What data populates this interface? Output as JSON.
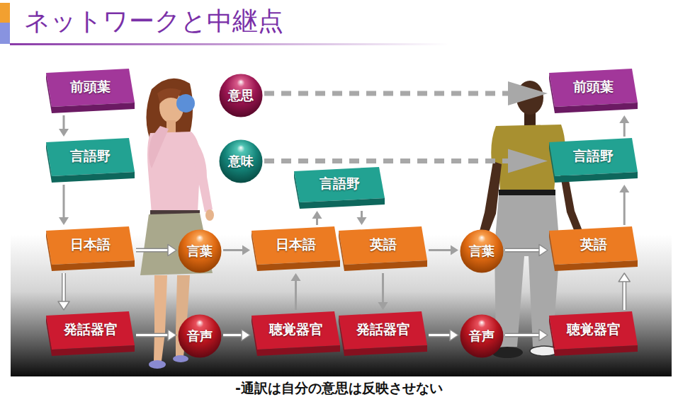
{
  "diagram": {
    "title": "ネットワークと中継点",
    "caption": "-通訳は自分の意思は反映させない",
    "nodes": [
      {
        "text": [
          "前頭葉"
        ]
      },
      {
        "text": [
          "言語野"
        ]
      },
      {
        "text": [
          "日本語"
        ]
      },
      {
        "text": [
          "発話器官"
        ]
      },
      {
        "text": [
          "意思"
        ]
      },
      {
        "text": [
          "意味"
        ]
      },
      {
        "text": [
          "言葉"
        ]
      },
      {
        "text": [
          "音声"
        ]
      },
      {
        "text": [
          "言語野"
        ]
      },
      {
        "text": [
          "日本語"
        ]
      },
      {
        "text": [
          "英語"
        ]
      },
      {
        "text": [
          "聴覚器官"
        ]
      },
      {
        "text": [
          "発話器官"
        ]
      },
      {
        "text": [
          "言葉"
        ]
      },
      {
        "text": [
          "音声"
        ]
      },
      {
        "text": [
          "前頭葉"
        ]
      },
      {
        "text": [
          "言語野"
        ]
      },
      {
        "text": [
          "英語"
        ]
      },
      {
        "text": [
          "聴覚器官"
        ]
      }
    ],
    "edges": [
      {
        "from": 0,
        "to": 1,
        "arrow": "to"
      },
      {
        "from": 1,
        "to": 2,
        "arrow": "to"
      },
      {
        "from": 2,
        "to": 3,
        "arrow": "to"
      },
      {
        "from": 2,
        "to": 6,
        "arrow": "to"
      },
      {
        "from": 3,
        "to": 7,
        "arrow": "to"
      },
      {
        "from": 6,
        "to": 9,
        "arrow": "to"
      },
      {
        "from": 7,
        "to": 11,
        "arrow": "to"
      },
      {
        "from": 11,
        "to": 9,
        "arrow": "to"
      },
      {
        "from": 9,
        "to": 8,
        "arrow": "to"
      },
      {
        "from": 8,
        "to": 10,
        "arrow": "to"
      },
      {
        "from": 10,
        "to": 12,
        "arrow": "to"
      },
      {
        "from": 10,
        "to": 13,
        "arrow": "to"
      },
      {
        "from": 12,
        "to": 14,
        "arrow": "to"
      },
      {
        "from": 13,
        "to": 17,
        "arrow": "to"
      },
      {
        "from": 14,
        "to": 18,
        "arrow": "to"
      },
      {
        "from": 18,
        "to": 17,
        "arrow": "to"
      },
      {
        "from": 17,
        "to": 16,
        "arrow": "to"
      },
      {
        "from": 16,
        "to": 15,
        "arrow": "to"
      },
      {
        "from": 4,
        "to": 15,
        "arrow": "to"
      },
      {
        "from": 5,
        "to": 16,
        "arrow": "to"
      }
    ]
  }
}
